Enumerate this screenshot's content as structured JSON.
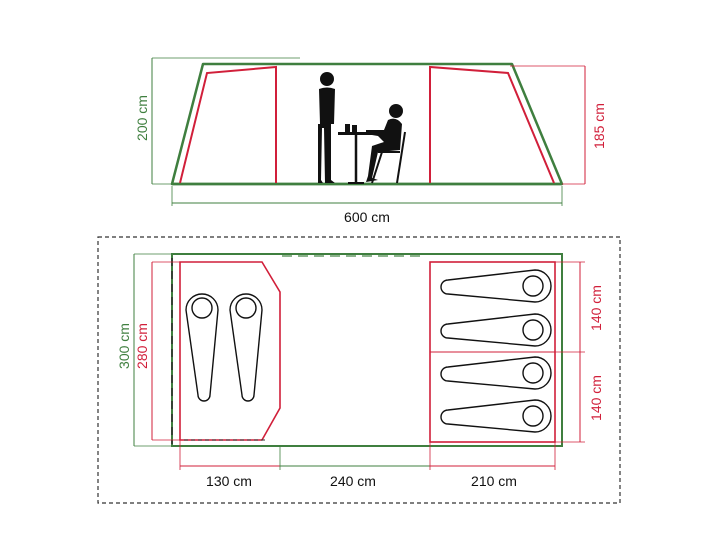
{
  "colors": {
    "outer": "#3f7f3f",
    "inner": "#d11f3a",
    "ink": "#111111",
    "dash": "#333333",
    "bag_fill": "#ffffff"
  },
  "side_view": {
    "height_outer": "200 cm",
    "height_inner": "185 cm",
    "length": "600 cm"
  },
  "floor_plan": {
    "width_outer": "300 cm",
    "width_inner": "280 cm",
    "room_left_length": "130 cm",
    "room_center_length": "240 cm",
    "room_right_length": "210 cm",
    "bay_upper": "140 cm",
    "bay_lower": "140 cm"
  },
  "icons": [
    "standing-person-icon",
    "seated-person-icon",
    "table-icon",
    "chair-icon",
    "sleeping-bag-icon"
  ]
}
